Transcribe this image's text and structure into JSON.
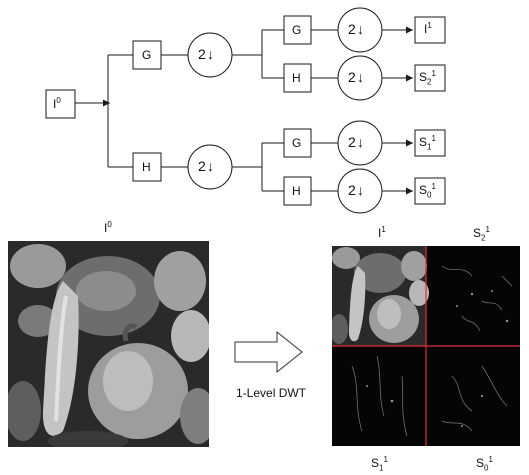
{
  "diagram": {
    "input_label": {
      "base": "I",
      "sup": "0",
      "sub": ""
    },
    "filters": {
      "g": "G",
      "h": "H"
    },
    "downsample": {
      "factor": "2",
      "arrow": "↓"
    },
    "outputs": [
      {
        "base": "I",
        "sup": "1",
        "sub": ""
      },
      {
        "base": "S",
        "sup": "1",
        "sub": "2"
      },
      {
        "base": "S",
        "sup": "1",
        "sub": "1"
      },
      {
        "base": "S",
        "sup": "1",
        "sub": "0"
      }
    ]
  },
  "illustration": {
    "source_label": {
      "base": "I",
      "sup": "0",
      "sub": ""
    },
    "transform_label": "1-Level DWT",
    "quadrant_labels": {
      "top_left": {
        "base": "I",
        "sup": "1",
        "sub": ""
      },
      "top_right": {
        "base": "S",
        "sup": "1",
        "sub": "2"
      },
      "bottom_left": {
        "base": "S",
        "sup": "1",
        "sub": "1"
      },
      "bottom_right": {
        "base": "S",
        "sup": "1",
        "sub": "0"
      }
    },
    "divider_color": "#e0303a"
  },
  "colors": {
    "line": "#1a1a1a",
    "box_fill": "#ffffff",
    "photo_dark": "#1e1e1e",
    "photo_light": "#c9c9c9"
  }
}
